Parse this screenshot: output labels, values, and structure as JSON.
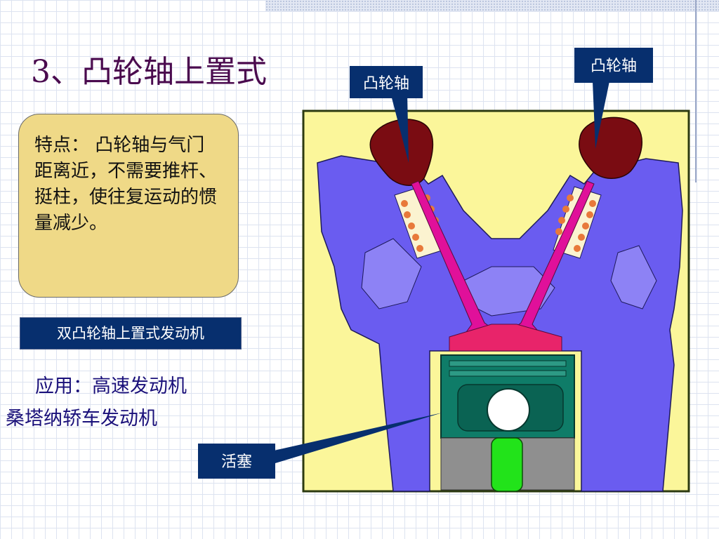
{
  "slide": {
    "title": "3、凸轮轴上置式",
    "features_text": "特点： 凸轮轴与气门距离近，不需要推杆、挺柱，使往复运动的惯量减少。",
    "engine_type_label": "双凸轮轴上置式发动机",
    "application_line1": "应用：高速发动机",
    "application_line2": "桑塔纳轿车发动机"
  },
  "diagram": {
    "callout_camshaft_left": "凸轮轴",
    "callout_camshaft_right": "凸轮轴",
    "callout_piston": "活塞"
  },
  "colors": {
    "title": "#4a0a4e",
    "feature_box": "#efd987",
    "label_box": "#072f6e",
    "application_text": "#1a107a",
    "engine_body": "#6a5cf0",
    "cam_lobe": "#7a0c12",
    "valve": "#e0109a",
    "piston": "#0f7c68",
    "diagram_background": "#fbf69a"
  }
}
